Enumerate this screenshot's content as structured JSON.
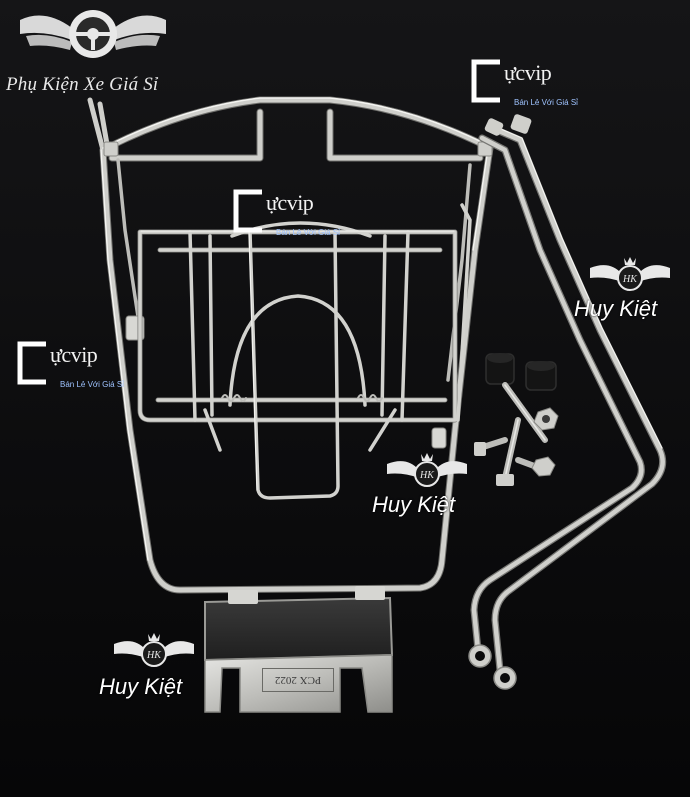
{
  "shop": {
    "tagline": "Phụ Kiện Xe Giá Sỉ"
  },
  "watermarks": {
    "cucvip_text": "ựcvip",
    "cucvip_sub": "Bán Lẻ Với Giá Sỉ",
    "huykiet_text": "Huy Kiệt",
    "hk_monogram": "HK"
  },
  "product": {
    "plate_engraving": "PCX 2022"
  },
  "colors": {
    "background": "#0b0b0c",
    "chrome": "#c9c9c6",
    "chrome_highlight": "#f1f1ee",
    "chrome_shadow": "#7d7d7a",
    "rubber": "#141414"
  }
}
